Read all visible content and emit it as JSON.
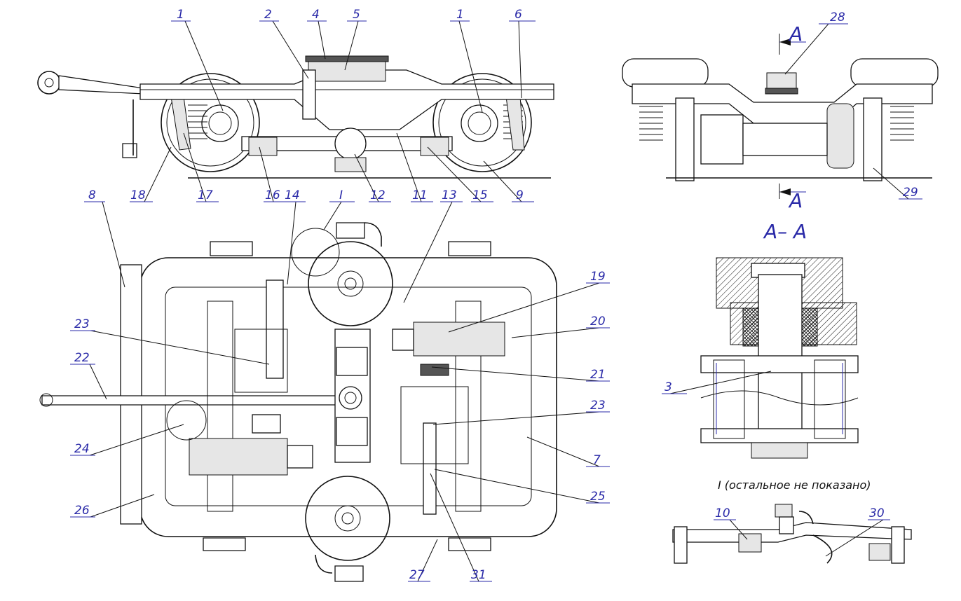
{
  "callouts": [
    "1",
    "2",
    "4",
    "5",
    "1",
    "6",
    "18",
    "17",
    "16",
    "12",
    "11",
    "15",
    "9",
    "8",
    "14",
    "I",
    "13",
    "19",
    "20",
    "23",
    "22",
    "21",
    "23",
    "24",
    "7",
    "25",
    "26",
    "27",
    "31",
    "28",
    "29",
    "3",
    "10",
    "30"
  ],
  "section_marks": {
    "a_top": "A",
    "a_bottom": "A",
    "section_title": "A– A"
  },
  "detail_note": "I (остальное не показано)",
  "colors": {
    "ink": "#111111",
    "label": "#2a2aa8",
    "hatch": "#111111"
  }
}
